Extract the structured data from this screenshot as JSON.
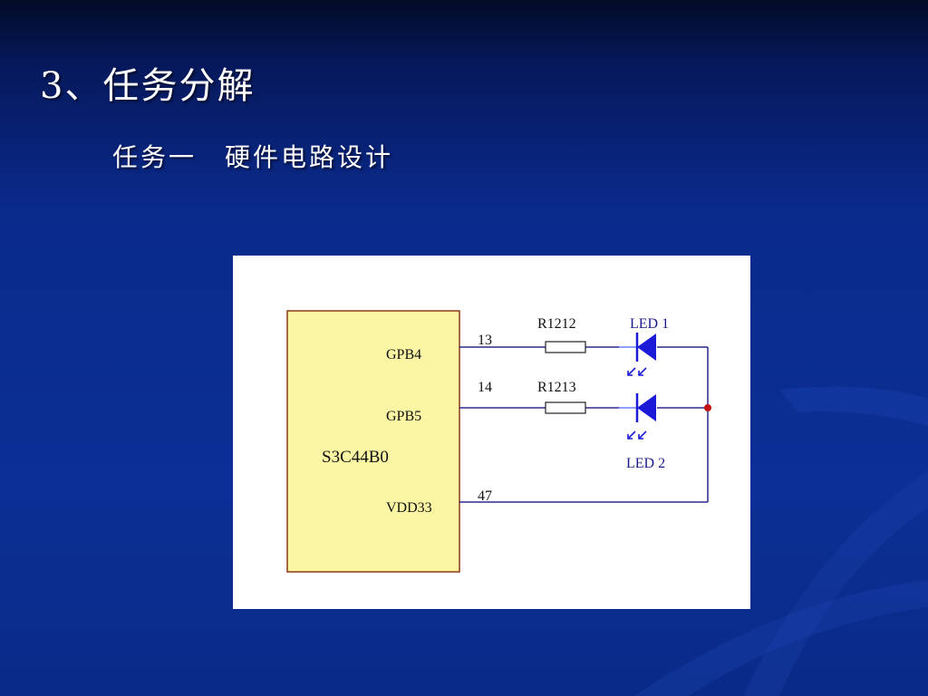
{
  "slide": {
    "title": "3、任务分解",
    "subtitle": "任务一　硬件电路设计"
  },
  "diagram": {
    "chip": {
      "name": "S3C44B0",
      "fill": "#fbf6a4",
      "border": "#8a3a1a"
    },
    "pins": [
      {
        "label": "GPB4",
        "number": "13"
      },
      {
        "label": "GPB5",
        "number": "14"
      },
      {
        "label": "VDD33",
        "number": "47"
      }
    ],
    "resistors": [
      "R1212",
      "R1213"
    ],
    "leds": [
      "LED 1",
      "LED 2"
    ],
    "colors": {
      "wire": "#2a2a8e",
      "led": "#1a1ad8",
      "junction": "#c21010",
      "background": "#0b2f95"
    }
  }
}
